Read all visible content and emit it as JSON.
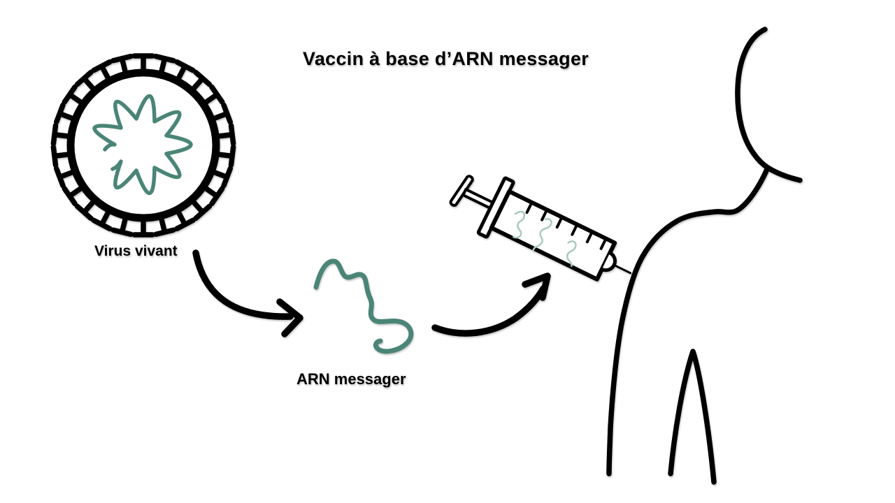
{
  "title": "Vaccin à base d’ARN messager",
  "virus": {
    "label": "Virus vivant"
  },
  "mrna": {
    "label": "ARN messager"
  },
  "icons": {
    "virus": "virus-icon",
    "mrna_strand": "mrna-strand-icon",
    "syringe": "syringe-icon",
    "person": "person-outline-icon",
    "arrow_virus_to_mrna": "curved-arrow-icon",
    "arrow_mrna_to_syringe": "curved-arrow-icon"
  },
  "colors": {
    "ink": "#000000",
    "rna_teal": "#4a8577",
    "rna_teal_light": "#a9c9c1",
    "background": "#ffffff"
  }
}
